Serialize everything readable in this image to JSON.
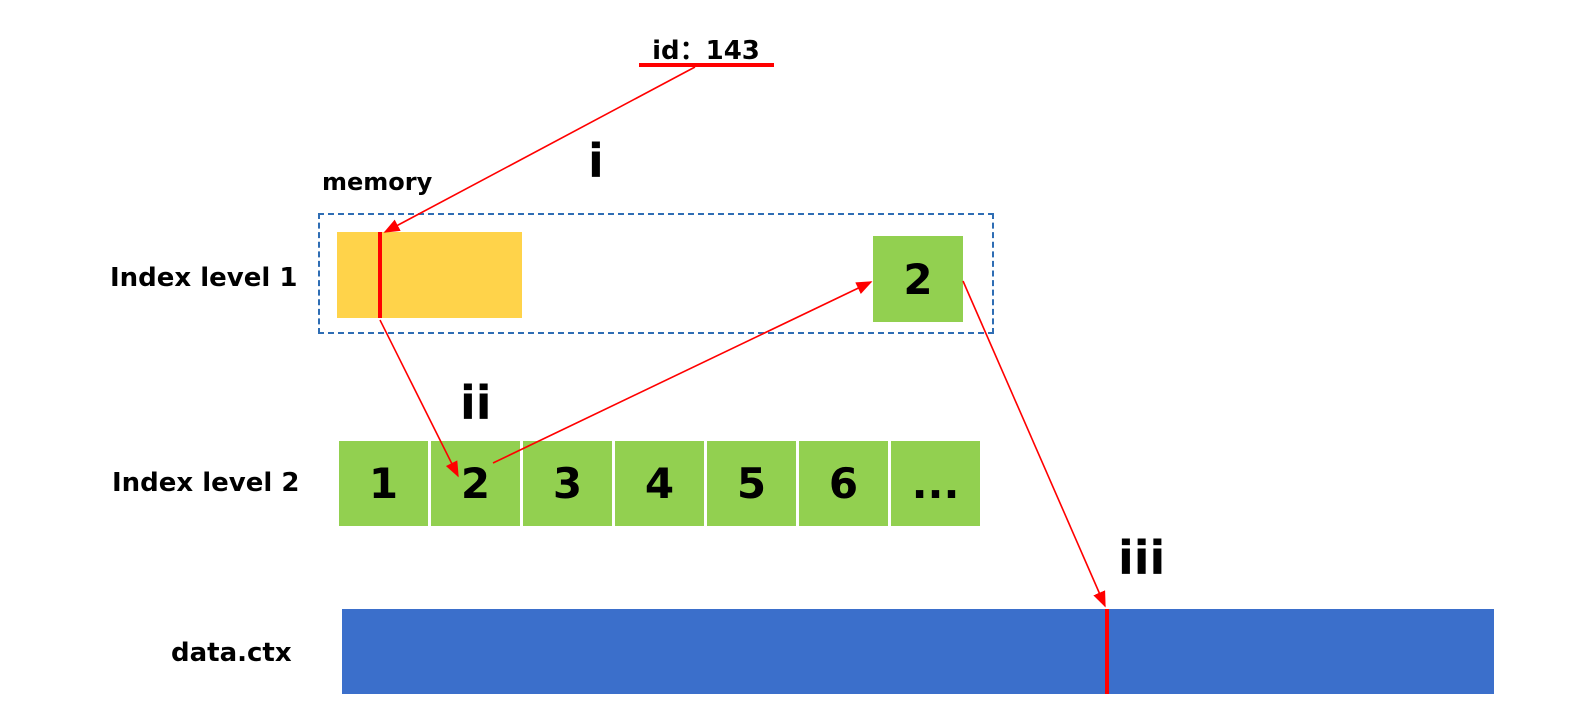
{
  "id_label": "id：143",
  "memory_label": "memory",
  "rows": {
    "level1": "Index level 1",
    "level2": "Index level 2",
    "data": "data.ctx"
  },
  "steps": {
    "i": "i",
    "ii": "ii",
    "iii": "iii"
  },
  "level1_block_label": "2",
  "level2_cells": [
    "1",
    "2",
    "3",
    "4",
    "5",
    "6",
    "..."
  ],
  "colors": {
    "arrow": "#ff0000",
    "yellow": "#ffd34a",
    "green": "#92d050",
    "blue": "#3b6fcb",
    "dashed_border": "#2e6db4"
  }
}
